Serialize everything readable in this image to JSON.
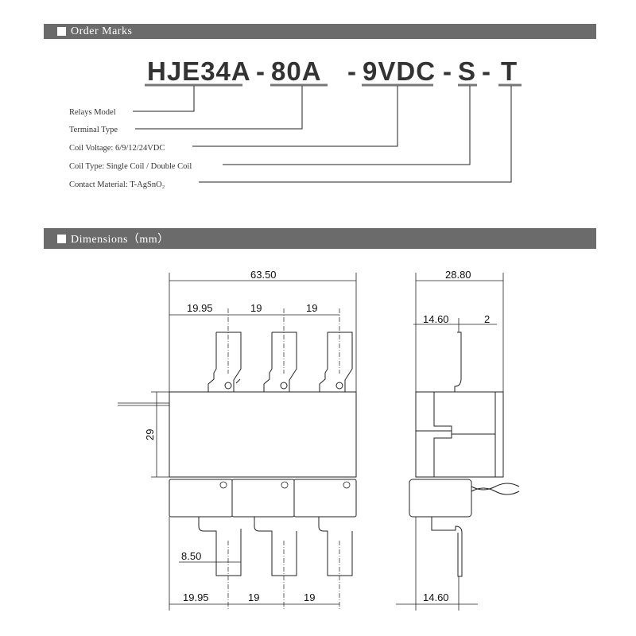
{
  "sections": {
    "order_marks": "Order Marks",
    "dimensions": "Dimensions（mm）"
  },
  "order_code": {
    "model": "HJE34A",
    "terminal": "80A",
    "voltage": "9VDC",
    "coil": "S",
    "contact": "T",
    "separator": "-"
  },
  "legend": {
    "relays_model": "Relays Model",
    "terminal_type": "Terminal Type",
    "coil_voltage": "Coil Voltage: 6/9/12/24VDC",
    "coil_type": "Coil Type: Single Coil / Double Coil",
    "contact_material": "Contact Material: T-AgSnO₂"
  },
  "dimensions": {
    "overall_width": "63.50",
    "top_pitch_first": "19.95",
    "top_pitch_2": "19",
    "top_pitch_3": "19",
    "height": "29",
    "terminal_width": "8.50",
    "bottom_pitch_first": "19.95",
    "bottom_pitch_2": "19",
    "bottom_pitch_3": "19",
    "side_depth": "28.80",
    "side_offset_top": "14.60",
    "side_thickness": "2",
    "side_offset_bottom": "14.60"
  }
}
